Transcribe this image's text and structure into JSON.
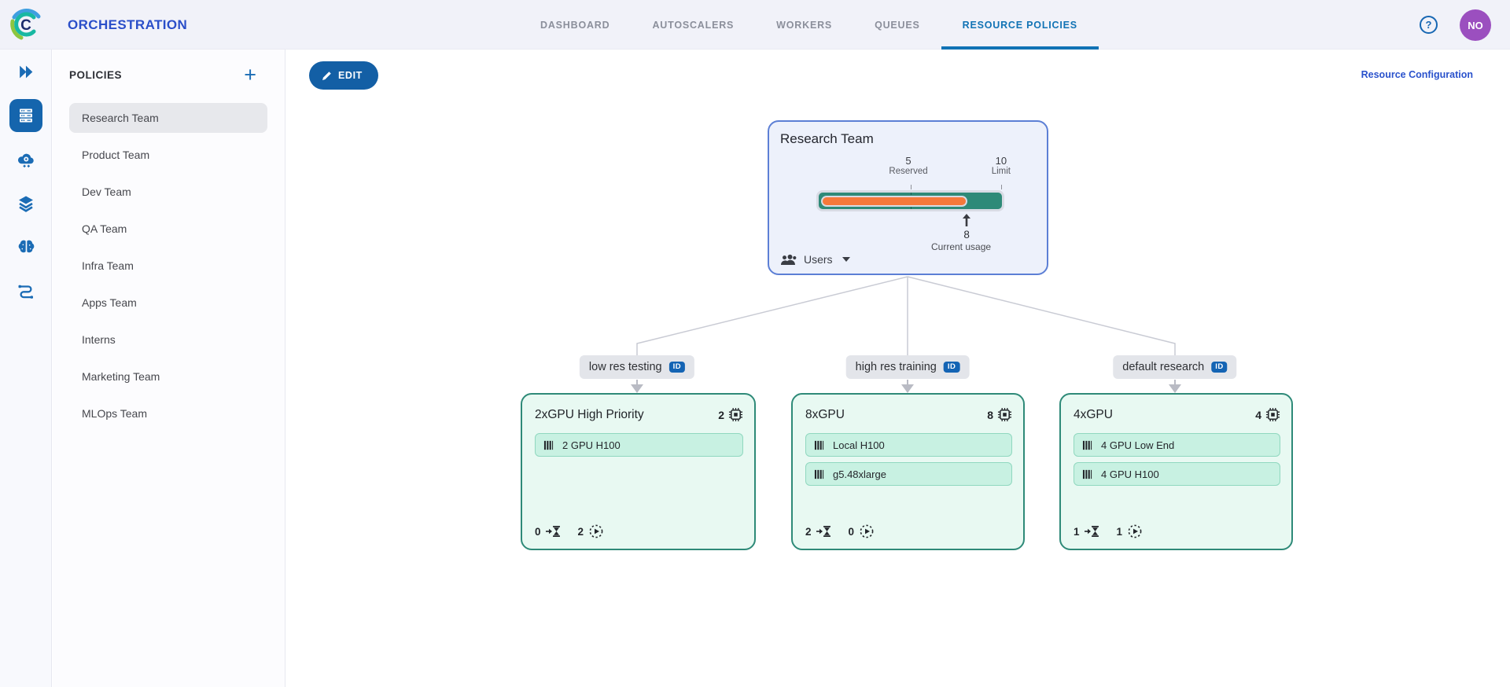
{
  "header": {
    "app_title": "ORCHESTRATION",
    "logo_letter": "C",
    "tabs": [
      {
        "label": "DASHBOARD",
        "active": false
      },
      {
        "label": "AUTOSCALERS",
        "active": false
      },
      {
        "label": "WORKERS",
        "active": false
      },
      {
        "label": "QUEUES",
        "active": false
      },
      {
        "label": "RESOURCE POLICIES",
        "active": true
      }
    ],
    "help_glyph": "?",
    "avatar_initials": "NO"
  },
  "rail": {
    "items": [
      "getting-started",
      "orchestration",
      "cloud-autoscaling",
      "datasets-layers",
      "ai-brain",
      "pipelines"
    ],
    "active_item": "orchestration"
  },
  "sidebar": {
    "title": "POLICIES",
    "add_glyph": "+",
    "items": [
      {
        "label": "Research Team",
        "selected": true
      },
      {
        "label": "Product Team",
        "selected": false
      },
      {
        "label": "Dev Team",
        "selected": false
      },
      {
        "label": "QA Team",
        "selected": false
      },
      {
        "label": "Infra Team",
        "selected": false
      },
      {
        "label": "Apps Team",
        "selected": false
      },
      {
        "label": "Interns",
        "selected": false
      },
      {
        "label": "Marketing Team",
        "selected": false
      },
      {
        "label": "MLOps Team",
        "selected": false
      }
    ]
  },
  "toolbar": {
    "edit_label": "EDIT",
    "resource_configuration_label": "Resource Configuration"
  },
  "policy_tree": {
    "root": {
      "title": "Research Team",
      "reserved_value": "5",
      "reserved_label": "Reserved",
      "limit_value": "10",
      "limit_label": "Limit",
      "current_value": "8",
      "current_label": "Current usage",
      "users_label": "Users",
      "bar": {
        "reserved_pct": 50,
        "current_pct": 80,
        "limit": 10
      }
    },
    "branches": [
      {
        "queue_label": "low res testing",
        "badge": "ID",
        "card": {
          "title": "2xGPU High Priority",
          "gpu_count": "2",
          "pools": [
            "2 GPU H100"
          ],
          "pending_count": "0",
          "running_count": "2"
        }
      },
      {
        "queue_label": "high res training",
        "badge": "ID",
        "card": {
          "title": "8xGPU",
          "gpu_count": "8",
          "pools": [
            "Local H100",
            "g5.48xlarge"
          ],
          "pending_count": "2",
          "running_count": "0"
        }
      },
      {
        "queue_label": "default research",
        "badge": "ID",
        "card": {
          "title": "4xGPU",
          "gpu_count": "4",
          "pools": [
            "4 GPU Low End",
            "4 GPU H100"
          ],
          "pending_count": "1",
          "running_count": "1"
        }
      }
    ]
  },
  "colors": {
    "accent_blue": "#1565ad",
    "tab_active_blue": "#1173b5",
    "title_blue": "#2b4fc9",
    "link_blue": "#2a52cc",
    "teal": "#2e8a78",
    "orange": "#f5793b",
    "avatar_purple": "#9b4fbf",
    "mint_card": "#e8f9f2",
    "mint_tag": "#c8f1e2",
    "parent_card": "#edf1fb",
    "parent_border": "#5c7fd5"
  }
}
